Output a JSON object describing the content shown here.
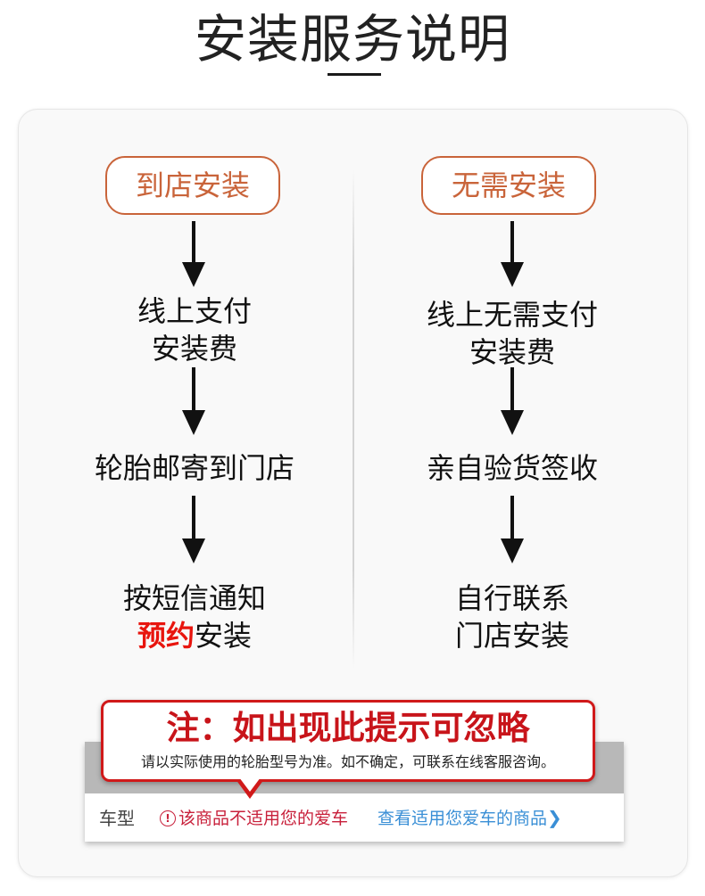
{
  "page": {
    "title": "安装服务说明"
  },
  "left_column": {
    "header": "到店安装",
    "steps": [
      {
        "lines": [
          "线上支付",
          "安装费"
        ]
      },
      {
        "lines": [
          "轮胎邮寄到门店"
        ]
      },
      {
        "lines": [
          "按短信通知"
        ],
        "highlight": "预约",
        "rest": "安装"
      }
    ]
  },
  "right_column": {
    "header": "无需安装",
    "steps": [
      {
        "lines": [
          "线上无需支付",
          "安装费"
        ]
      },
      {
        "lines": [
          "亲自验货签收"
        ]
      },
      {
        "lines": [
          "自行联系",
          "门店安装"
        ]
      }
    ]
  },
  "note": {
    "title": "注：如出现此提示可忽略",
    "subtitle": "请以实际使用的轮胎型号为准。如不确定，可联系在线客服咨询。"
  },
  "vehicle_bar": {
    "label": "车型",
    "warning": "该商品不适用您的爱车",
    "warning_icon": "!",
    "link": "查看适用您爱车的商品",
    "link_chevron": "❯"
  },
  "colors": {
    "accent": "#c9643a",
    "alert": "#d0191a",
    "link": "#3a8fd6"
  }
}
